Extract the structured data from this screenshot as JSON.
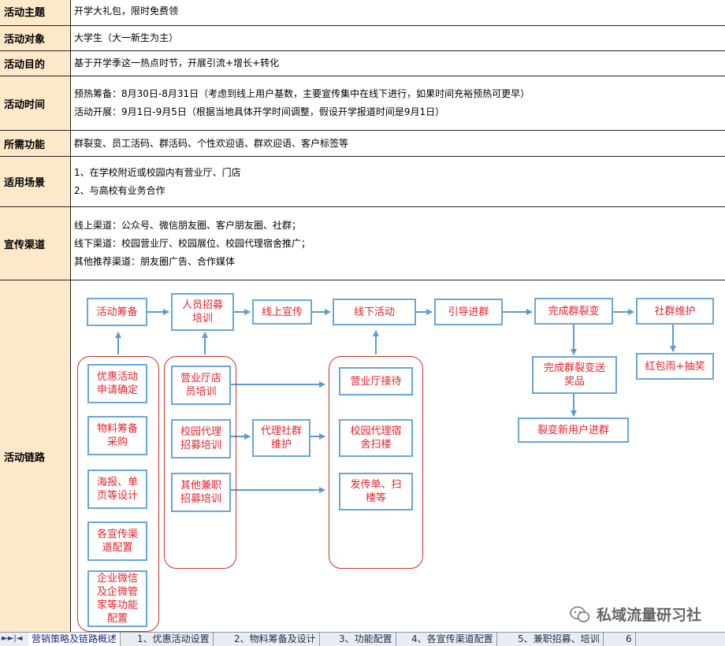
{
  "rows": [
    {
      "label": "活动主题",
      "lines": [
        "开学大礼包，限时免费领"
      ]
    },
    {
      "label": "活动对象",
      "lines": [
        "大学生（大一新生为主）"
      ]
    },
    {
      "label": "活动目的",
      "lines": [
        "基于开学季这一热点时节，开展引流+增长+转化"
      ]
    },
    {
      "label": "活动时间",
      "lines": [
        "预热筹备：8月30日-8月31日（考虑到线上用户基数，主要宣传集中在线下进行，如果时间充裕预热可更早）",
        "活动开展：9月1日-9月5日（根据当地具体开学时间调整，假设开学报道时间是9月1日）"
      ]
    },
    {
      "label": "所需功能",
      "lines": [
        "群裂变、员工活码、群活码、个性欢迎语、群欢迎语、客户标签等"
      ]
    },
    {
      "label": "适用场景",
      "lines": [
        "1、在学校附近或校园内有营业厅、门店",
        "2、与高校有业务合作"
      ]
    },
    {
      "label": "宣传渠道",
      "lines": [
        "线上渠道：公众号、微信朋友圈、客户朋友圈、社群；",
        "线下渠道：校园营业厅、校园展位、校园代理宿舍推广；",
        "其他推荐渠道：朋友圈广告、合作媒体"
      ]
    }
  ],
  "flow": {
    "label": "活动链路",
    "top": [
      "活动筹备",
      "人员招募\n培训",
      "线上宣传",
      "线下活动",
      "引导进群",
      "完成群裂变",
      "社群维护"
    ],
    "col1": [
      "优惠活动\n申请确定",
      "物料筹备\n采购",
      "海报、单\n页等设计",
      "各宣传渠\n道配置",
      "企业微信\n及企微管\n家等功能\n配置"
    ],
    "col2": [
      "营业厅店\n员培训",
      "校园代理\n招募培训",
      "其他兼职\n招募培训"
    ],
    "agent": "代理社群\n维护",
    "col3": [
      "营业厅接待",
      "校园代理宿\n舍扫楼",
      "发传单、扫\n楼等"
    ],
    "fission": [
      "完成群裂变送\n奖品",
      "裂变新用户进群"
    ],
    "community": "红包雨+抽奖"
  },
  "tabs": [
    "营销策略及链路概述",
    "1、优惠活动设置",
    "2、物料筹备及设计",
    "3、功能配置",
    "4、各宣传渠道配置",
    "5、兼职招募、培训",
    "6"
  ],
  "watermark": "私域流量研习社",
  "colors": {
    "header_bg": "#fde9c9",
    "box_border": "#6aa6d8",
    "box_text": "#e5232c",
    "group_border": "#c8342d",
    "arrow": "#5b9bd5"
  }
}
